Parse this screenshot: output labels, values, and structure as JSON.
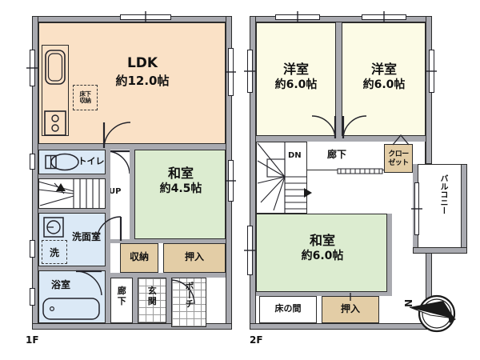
{
  "document": {
    "type": "floor-plan",
    "floors": [
      {
        "id": "1F",
        "label": "1F"
      },
      {
        "id": "2F",
        "label": "2F"
      }
    ]
  },
  "colors": {
    "ldk": "#fae1c6",
    "tatami": "#dcecd0",
    "western_room": "#fcfbe6",
    "closet": "#e3cda6",
    "water_area": "#dbe9f6",
    "wall": "#a9aab0",
    "outline": "#2b2b2b"
  },
  "floor1": {
    "label": "1F",
    "rooms": {
      "ldk": {
        "name": "LDK",
        "size": "約12.0帖"
      },
      "washitsu": {
        "name": "和室",
        "size": "約4.5帖"
      },
      "toilet": {
        "name": "トイレ"
      },
      "washroom": {
        "name": "洗面室"
      },
      "bath": {
        "name": "浴室"
      },
      "corridor": {
        "name": "廊下",
        "name_line1": "廊",
        "name_line2": "下"
      },
      "genkan": {
        "name": "玄関",
        "name_line1": "玄",
        "name_line2": "関"
      },
      "porch": {
        "name": "ポーチ"
      },
      "storage": {
        "name": "収納"
      },
      "oshiire": {
        "name": "押入"
      }
    },
    "markers": {
      "underfloor_storage": {
        "line1": "床下",
        "line2": "収納"
      },
      "laundry": "洗",
      "stair_direction": "UP"
    }
  },
  "floor2": {
    "label": "2F",
    "rooms": {
      "western_left": {
        "name": "洋室",
        "size": "約6.0帖"
      },
      "western_right": {
        "name": "洋室",
        "size": "約6.0帖"
      },
      "washitsu": {
        "name": "和室",
        "size": "約6.0帖"
      },
      "corridor": {
        "name": "廊下"
      },
      "closet": {
        "name": "クローゼット",
        "line1": "クロー",
        "line2": "ゼット"
      },
      "balcony": {
        "name": "バルコニー"
      },
      "tokonoma": {
        "name": "床の間"
      },
      "oshiire": {
        "name": "押入"
      }
    },
    "markers": {
      "stair_direction": "DN"
    }
  },
  "compass": {
    "north_label": "N",
    "name": "compass-rose"
  }
}
